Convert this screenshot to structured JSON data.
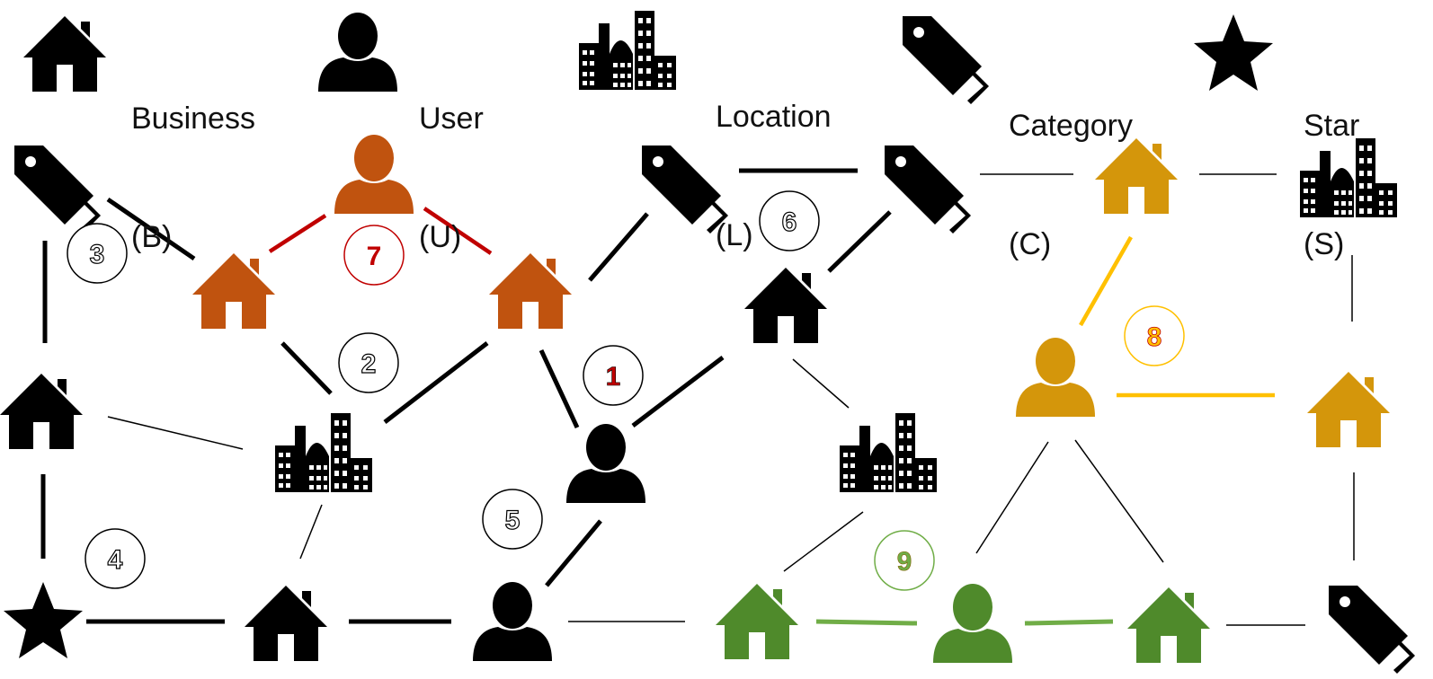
{
  "legend": {
    "business": {
      "name": "Business",
      "abbr": "(B)"
    },
    "user": {
      "name": "User",
      "abbr": "(U)"
    },
    "location": {
      "name": "Location",
      "abbr": "(L)"
    },
    "category": {
      "name": "Category",
      "abbr": "(C)"
    },
    "star": {
      "name": "Star",
      "abbr": "(S)"
    }
  },
  "markers": [
    "1",
    "2",
    "3",
    "4",
    "5",
    "6",
    "7",
    "8",
    "9"
  ],
  "colors": {
    "default": "#000000",
    "path7": "#c0530f",
    "path7_edge": "#c00000",
    "path8": "#d4960b",
    "path8_edge": "#ffc000",
    "path9": "#4f8a2b",
    "path9_edge": "#70ad47"
  }
}
